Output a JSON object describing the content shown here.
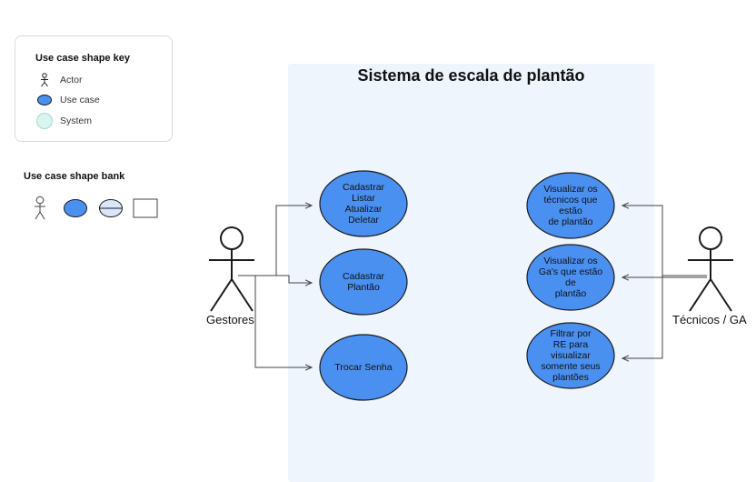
{
  "key": {
    "title": "Use case shape key",
    "items": [
      {
        "label": "Actor",
        "icon": "actor-icon"
      },
      {
        "label": "Use case",
        "icon": "use-case-icon"
      },
      {
        "label": "System",
        "icon": "system-icon"
      }
    ]
  },
  "bank": {
    "title": "Use case shape bank",
    "shapes": [
      "actor-icon",
      "use-case-icon",
      "divided-use-case-icon",
      "rectangle-icon"
    ]
  },
  "system": {
    "title": "Sistema de escala de plantão"
  },
  "actors": {
    "left": {
      "label": "Gestores"
    },
    "right": {
      "label": "Técnicos / GA"
    }
  },
  "use_cases_left": [
    {
      "lines": [
        "Cadastrar",
        "Listar",
        "Atualizar",
        "Deletar"
      ]
    },
    {
      "lines": [
        "Cadastrar Plantão"
      ]
    },
    {
      "lines": [
        "Trocar Senha"
      ]
    }
  ],
  "use_cases_right": [
    {
      "lines": [
        "Visualizar os",
        "técnicos que estão",
        "de plantão"
      ]
    },
    {
      "lines": [
        "Visualizar os",
        "Ga's que estão de",
        "plantão"
      ]
    },
    {
      "lines": [
        "Filtrar por",
        "RE para visualizar",
        "somente seus",
        "plantões"
      ]
    }
  ],
  "colors": {
    "use_case_fill": "#4a90f0",
    "use_case_stroke": "#1c1c1c",
    "system_fill": "#eef5fd",
    "system_key_fill": "#d9f5ef",
    "connector": "#444444"
  }
}
